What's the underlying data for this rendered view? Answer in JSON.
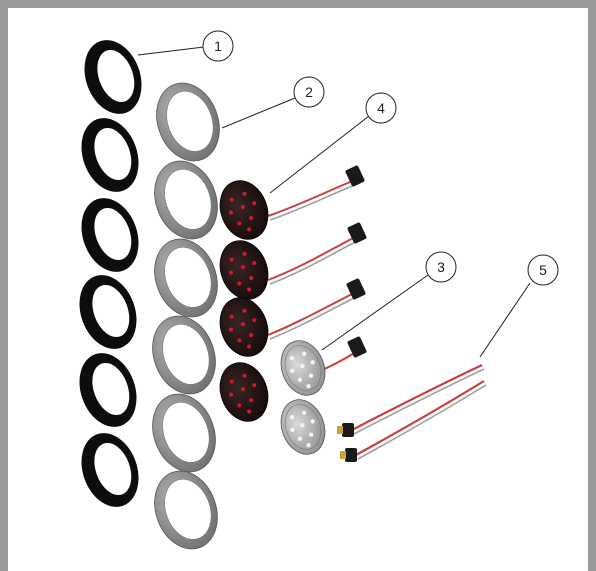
{
  "callouts": [
    {
      "label": "1"
    },
    {
      "label": "2"
    },
    {
      "label": "3"
    },
    {
      "label": "4"
    },
    {
      "label": "5"
    }
  ],
  "colors": {
    "background_border": "#9a9a9a",
    "black_ring": "#0d0d0d",
    "gray_ring": "#8c8c8c",
    "led_disc_dark": "#2a1a1a",
    "led_dot_red": "#d11a2a",
    "led_disc_light": "#bdbdbd",
    "led_dot_white": "#f4f4f4",
    "wire_red": "#c9403f",
    "wire_gray": "#9e9e9e"
  }
}
